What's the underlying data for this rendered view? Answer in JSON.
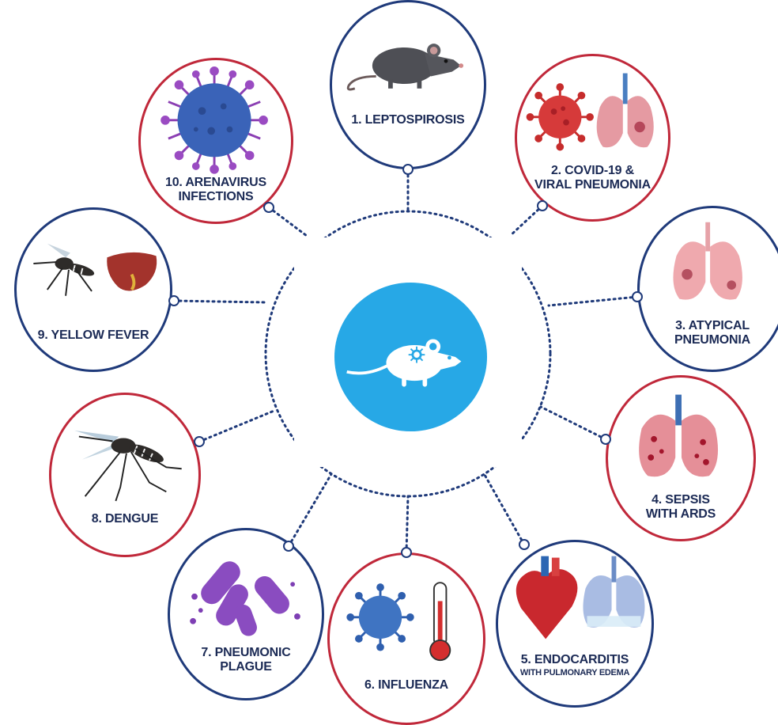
{
  "center": {
    "icon": "rat-with-virus-icon",
    "color": "#27a8e6"
  },
  "colors": {
    "navy": "#1f3a7a",
    "red": "#c0283a",
    "text": "#1b2a55"
  },
  "diseases": [
    {
      "number": 1,
      "lines": [
        "1. LEPTOSPIROSIS"
      ],
      "icon": "rat-icon",
      "ring": "navy"
    },
    {
      "number": 2,
      "lines": [
        "2. COVID-19 &",
        "VIRAL PNEUMONIA"
      ],
      "icon": "coronavirus-and-lungs-icon",
      "ring": "red"
    },
    {
      "number": 3,
      "lines": [
        "3. ATYPICAL",
        "PNEUMONIA"
      ],
      "icon": "lungs-icon",
      "ring": "navy"
    },
    {
      "number": 4,
      "lines": [
        "4. SEPSIS",
        "WITH ARDS"
      ],
      "icon": "inflamed-lungs-icon",
      "ring": "red"
    },
    {
      "number": 5,
      "lines": [
        "5. ENDOCARDITIS",
        "WITH PULMONARY EDEMA"
      ],
      "icon": "heart-and-lungs-icon",
      "ring": "navy"
    },
    {
      "number": 6,
      "lines": [
        "6. INFLUENZA"
      ],
      "icon": "virus-and-thermometer-icon",
      "ring": "red"
    },
    {
      "number": 7,
      "lines": [
        "7. PNEUMONIC",
        "PLAGUE"
      ],
      "icon": "bacteria-icon",
      "ring": "navy"
    },
    {
      "number": 8,
      "lines": [
        "8. DENGUE"
      ],
      "icon": "mosquito-icon",
      "ring": "red"
    },
    {
      "number": 9,
      "lines": [
        "9. YELLOW FEVER"
      ],
      "icon": "mosquito-and-liver-icon",
      "ring": "navy"
    },
    {
      "number": 10,
      "lines": [
        "10. ARENAVIRUS",
        "INFECTIONS"
      ],
      "icon": "arenavirus-icon",
      "ring": "red"
    }
  ]
}
